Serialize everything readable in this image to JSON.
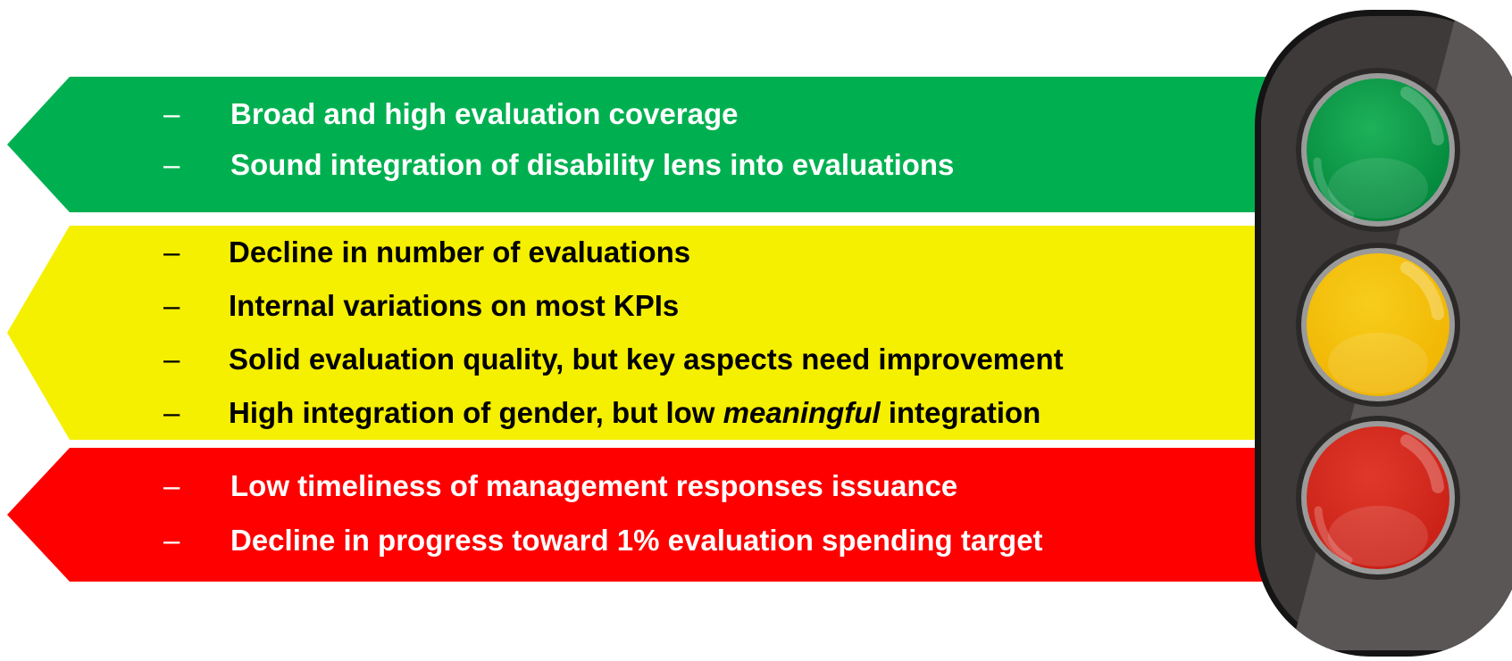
{
  "banners": {
    "green": {
      "color": "#00b050",
      "items": [
        {
          "dash": "–",
          "text": "Broad and high evaluation coverage"
        },
        {
          "dash": "–",
          "text": "Sound integration of disability lens into evaluations"
        }
      ]
    },
    "yellow": {
      "color": "#f5ef00",
      "items": [
        {
          "dash": "–",
          "text": "Decline in number of evaluations"
        },
        {
          "dash": "–",
          "text": "Internal variations on most KPIs"
        },
        {
          "dash": "–",
          "text": "Solid evaluation quality, but key aspects need improvement"
        },
        {
          "dash": "–",
          "text_before": "High integration of gender, but low ",
          "text_emphasis": "meaningful",
          "text_after": " integration"
        }
      ]
    },
    "red": {
      "color": "#ff0000",
      "items": [
        {
          "dash": "–",
          "text": "Low timeliness of management responses issuance"
        },
        {
          "dash": "–",
          "text": "Decline in progress toward 1% evaluation spending target"
        }
      ]
    }
  },
  "traffic_light": {
    "housing_color": "#3d3a39",
    "lights": [
      {
        "name": "green",
        "color": "#00923f"
      },
      {
        "name": "yellow",
        "color": "#f5c000"
      },
      {
        "name": "red",
        "color": "#dc2a1c"
      }
    ]
  }
}
